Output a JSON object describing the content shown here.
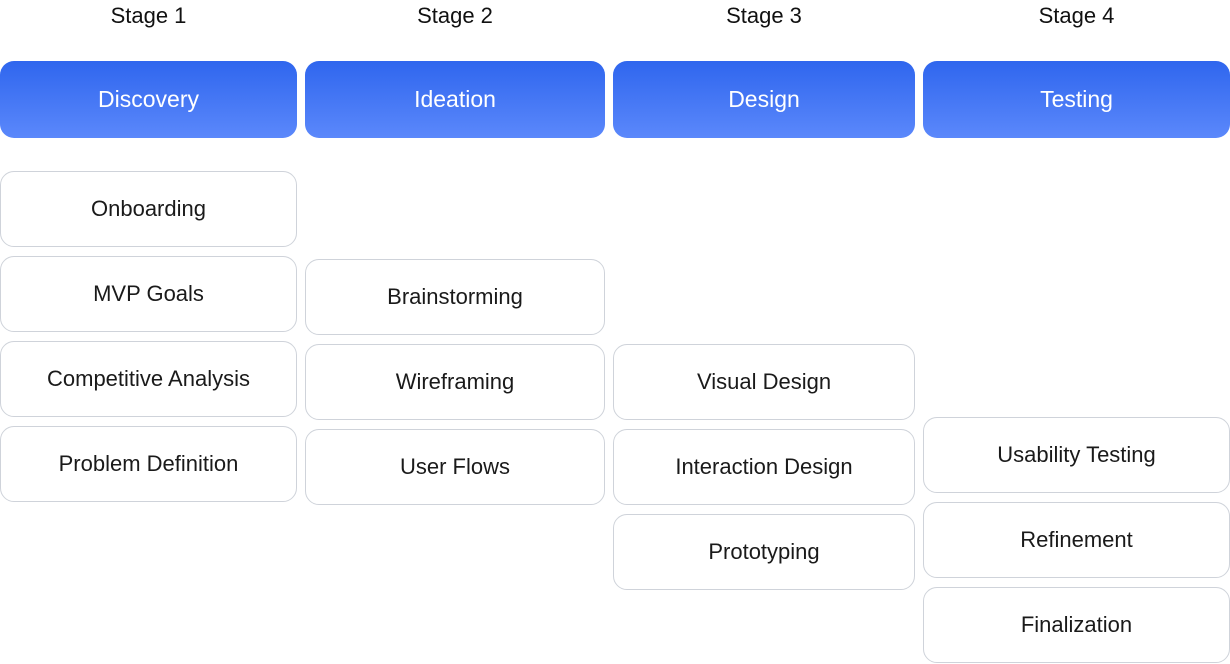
{
  "stages": [
    {
      "label": "Stage 1",
      "header": "Discovery",
      "tasks": [
        "Onboarding",
        "MVP Goals",
        "Competitive Analysis",
        "Problem Definition"
      ]
    },
    {
      "label": "Stage 2",
      "header": "Ideation",
      "tasks": [
        "Brainstorming",
        "Wireframing",
        "User Flows"
      ]
    },
    {
      "label": "Stage 3",
      "header": "Design",
      "tasks": [
        "Visual Design",
        "Interaction Design",
        "Prototyping"
      ]
    },
    {
      "label": "Stage 4",
      "header": "Testing",
      "tasks": [
        "Usability Testing",
        "Refinement",
        "Finalization"
      ]
    }
  ],
  "colors": {
    "header_gradient_top": "#2f66ee",
    "header_gradient_bottom": "#5b88fb",
    "card_border": "#cfd3da"
  }
}
